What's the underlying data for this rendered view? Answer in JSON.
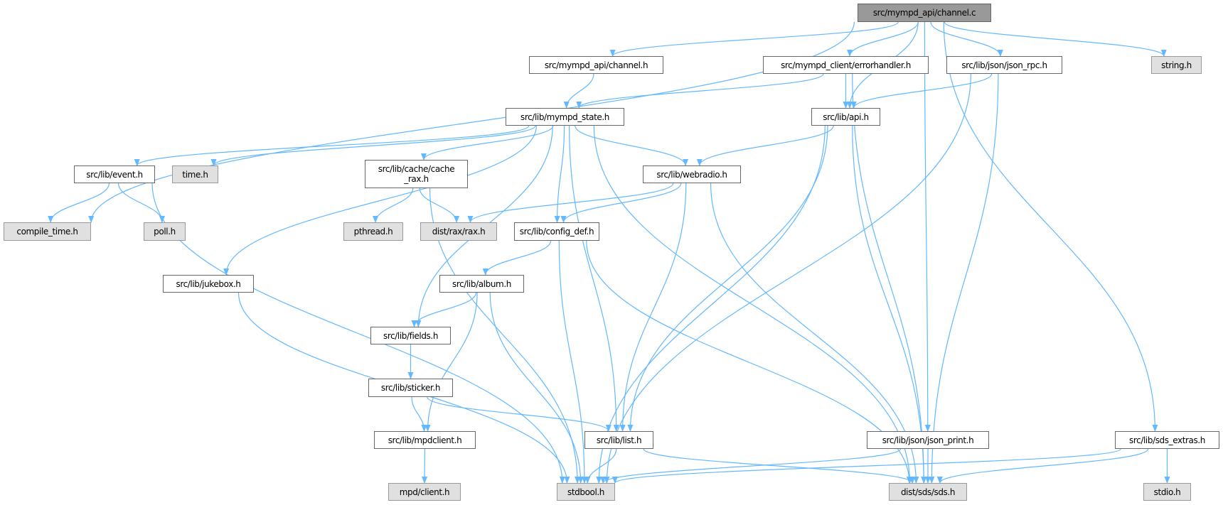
{
  "graph": {
    "root": "channel_c",
    "nodes": {
      "channel_c": {
        "label": "src/mympd_api/channel.c",
        "kind": "root"
      },
      "channel_h": {
        "label": "src/mympd_api/channel.h",
        "kind": "local"
      },
      "errorhandler": {
        "label": "src/mympd_client/errorhandler.h",
        "kind": "local"
      },
      "json_rpc": {
        "label": "src/lib/json/json_rpc.h",
        "kind": "local"
      },
      "string_h": {
        "label": "string.h",
        "kind": "external"
      },
      "mympd_state": {
        "label": "src/lib/mympd_state.h",
        "kind": "local"
      },
      "api": {
        "label": "src/lib/api.h",
        "kind": "local"
      },
      "event": {
        "label": "src/lib/event.h",
        "kind": "local"
      },
      "time_h": {
        "label": "time.h",
        "kind": "external"
      },
      "cache_rax": {
        "label": "src/lib/cache/cache",
        "label2": "_rax.h",
        "kind": "local"
      },
      "webradio": {
        "label": "src/lib/webradio.h",
        "kind": "local"
      },
      "compile_time": {
        "label": "compile_time.h",
        "kind": "external"
      },
      "poll_h": {
        "label": "poll.h",
        "kind": "external"
      },
      "pthread_h": {
        "label": "pthread.h",
        "kind": "external"
      },
      "rax": {
        "label": "dist/rax/rax.h",
        "kind": "external"
      },
      "config_def": {
        "label": "src/lib/config_def.h",
        "kind": "local"
      },
      "jukebox": {
        "label": "src/lib/jukebox.h",
        "kind": "local"
      },
      "album": {
        "label": "src/lib/album.h",
        "kind": "local"
      },
      "fields": {
        "label": "src/lib/fields.h",
        "kind": "local"
      },
      "sticker": {
        "label": "src/lib/sticker.h",
        "kind": "local"
      },
      "mpdclient": {
        "label": "src/lib/mpdclient.h",
        "kind": "local"
      },
      "list": {
        "label": "src/lib/list.h",
        "kind": "local"
      },
      "json_print": {
        "label": "src/lib/json/json_print.h",
        "kind": "local"
      },
      "sds_extras": {
        "label": "src/lib/sds_extras.h",
        "kind": "local"
      },
      "mpd_client": {
        "label": "mpd/client.h",
        "kind": "external"
      },
      "stdbool": {
        "label": "stdbool.h",
        "kind": "external"
      },
      "sds": {
        "label": "dist/sds/sds.h",
        "kind": "external"
      },
      "stdio": {
        "label": "stdio.h",
        "kind": "external"
      }
    },
    "edges": [
      [
        "channel_c",
        "channel_h"
      ],
      [
        "channel_c",
        "errorhandler"
      ],
      [
        "channel_c",
        "json_rpc"
      ],
      [
        "channel_c",
        "string_h"
      ],
      [
        "channel_c",
        "api"
      ],
      [
        "channel_c",
        "compile_time"
      ],
      [
        "channel_c",
        "json_print"
      ],
      [
        "channel_c",
        "sds_extras"
      ],
      [
        "channel_h",
        "mympd_state"
      ],
      [
        "errorhandler",
        "mympd_state"
      ],
      [
        "errorhandler",
        "api"
      ],
      [
        "errorhandler",
        "sds"
      ],
      [
        "json_rpc",
        "api"
      ],
      [
        "json_rpc",
        "stdbool"
      ],
      [
        "json_rpc",
        "sds"
      ],
      [
        "mympd_state",
        "event"
      ],
      [
        "mympd_state",
        "time_h"
      ],
      [
        "mympd_state",
        "jukebox"
      ],
      [
        "mympd_state",
        "fields"
      ],
      [
        "mympd_state",
        "cache_rax"
      ],
      [
        "mympd_state",
        "config_def"
      ],
      [
        "mympd_state",
        "list"
      ],
      [
        "mympd_state",
        "webradio"
      ],
      [
        "mympd_state",
        "sds"
      ],
      [
        "api",
        "webradio"
      ],
      [
        "api",
        "list"
      ],
      [
        "api",
        "stdbool"
      ],
      [
        "api",
        "sds"
      ],
      [
        "event",
        "compile_time"
      ],
      [
        "event",
        "poll_h"
      ],
      [
        "event",
        "stdbool"
      ],
      [
        "cache_rax",
        "pthread_h"
      ],
      [
        "cache_rax",
        "rax"
      ],
      [
        "cache_rax",
        "stdbool"
      ],
      [
        "webradio",
        "rax"
      ],
      [
        "webradio",
        "config_def"
      ],
      [
        "webradio",
        "list"
      ],
      [
        "webradio",
        "sds"
      ],
      [
        "config_def",
        "album"
      ],
      [
        "config_def",
        "stdbool"
      ],
      [
        "config_def",
        "sds"
      ],
      [
        "jukebox",
        "stdbool"
      ],
      [
        "album",
        "fields"
      ],
      [
        "album",
        "mpdclient"
      ],
      [
        "album",
        "stdbool"
      ],
      [
        "fields",
        "sticker"
      ],
      [
        "sticker",
        "mpdclient"
      ],
      [
        "sticker",
        "list"
      ],
      [
        "mpdclient",
        "mpd_client"
      ],
      [
        "list",
        "stdbool"
      ],
      [
        "list",
        "sds"
      ],
      [
        "json_print",
        "stdbool"
      ],
      [
        "json_print",
        "sds"
      ],
      [
        "sds_extras",
        "stdbool"
      ],
      [
        "sds_extras",
        "sds"
      ],
      [
        "sds_extras",
        "stdio"
      ]
    ],
    "colors": {
      "edge": "#63b8ff",
      "root_fill": "#999999",
      "external_fill": "#e0e0e0",
      "border": "#666666"
    }
  }
}
